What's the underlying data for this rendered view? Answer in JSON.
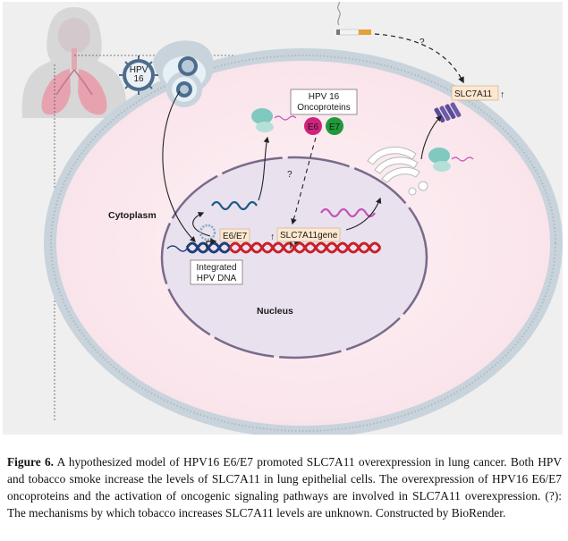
{
  "labels": {
    "hpv_virus": [
      "HPV",
      "16"
    ],
    "hpv16_oncoproteins": [
      "HPV 16",
      "Oncoproteins"
    ],
    "e6": "E6",
    "e7": "E7",
    "question_top": "?",
    "question_mid": "?",
    "slc7a11_membrane": "SLC7A11",
    "up_arrow_membrane": "↑",
    "cytoplasm": "Cytoplasm",
    "nucleus": "Nucleus",
    "e6e7_gene": "E6/E7",
    "slc7a11_gene": "SLC7A11gene",
    "up_arrow_gene": "↑",
    "integrated_dna": [
      "Integrated",
      "HPV DNA"
    ]
  },
  "caption": {
    "figure_label": "Figure 6.",
    "text": "A hypothesized model of HPV16 E6/E7 promoted SLC7A11 overexpression in lung cancer. Both HPV and tobacco smoke increase the levels of SLC7A11 in lung epithelial cells. The overexpression of HPV16 E6/E7 oncoproteins and the activation of oncogenic signaling pathways are involved in SLC7A11 overexpression. (?): The mechanisms by which tobacco increases SLC7A11 levels are unknown. Constructed by BioRender."
  },
  "colors": {
    "panel_bg": "#efefef",
    "cell_fill": "#fbe9ee",
    "membrane": "#c9d3dc",
    "nucleus_fill": "#e9e2ee",
    "nucleus_border": "#7a6a8a",
    "e6": "#d0237e",
    "e7": "#1f9a3b",
    "mrna_blue": "#1f5a8a",
    "mrna_pink": "#c455b8",
    "dna_red": "#c8202a",
    "dna_blue": "#1f3f7a",
    "label_box": "#fde7cf",
    "virus": "#4c6c8c"
  }
}
